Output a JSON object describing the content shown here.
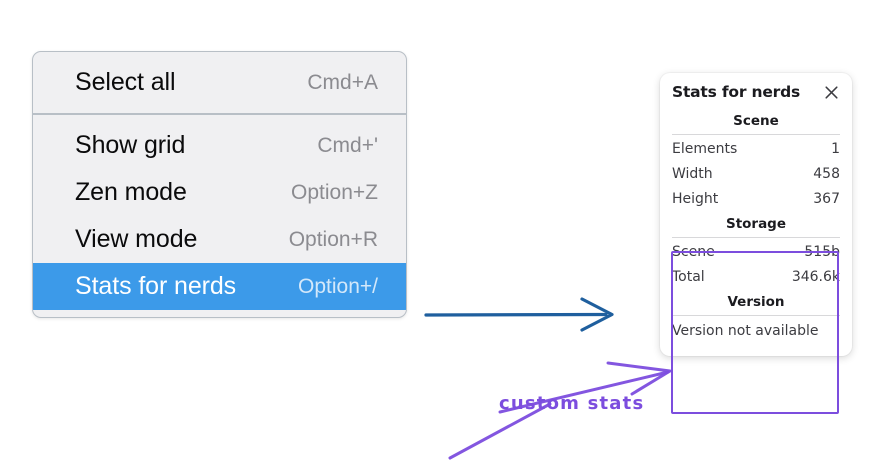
{
  "colors": {
    "menu_background": "#f0f0f2",
    "menu_border": "#b8bfc6",
    "menu_highlight": "#3c9ae9",
    "annotation_purple": "#7c4dde",
    "flow_arrow_blue": "#1f5f9e",
    "panel_background": "#ffffff",
    "page_background": "#ffffff"
  },
  "context_menu": {
    "groups": [
      {
        "items": [
          {
            "label": "Select all",
            "shortcut": "Cmd+A",
            "selected": false
          }
        ]
      },
      {
        "items": [
          {
            "label": "Show grid",
            "shortcut": "Cmd+'",
            "selected": false
          },
          {
            "label": "Zen mode",
            "shortcut": "Option+Z",
            "selected": false
          },
          {
            "label": "View mode",
            "shortcut": "Option+R",
            "selected": false
          },
          {
            "label": "Stats for nerds",
            "shortcut": "Option+/",
            "selected": true
          }
        ]
      }
    ]
  },
  "stats_panel": {
    "title": "Stats for nerds",
    "close_icon": "close-icon",
    "sections": [
      {
        "name": "Scene",
        "rows": [
          {
            "key": "Elements",
            "value": "1"
          },
          {
            "key": "Width",
            "value": "458"
          },
          {
            "key": "Height",
            "value": "367"
          }
        ]
      },
      {
        "name": "Storage",
        "rows": [
          {
            "key": "Scene",
            "value": "515b"
          },
          {
            "key": "Total",
            "value": "346.6k"
          }
        ]
      },
      {
        "name": "Version",
        "note": "Version not available",
        "rows": []
      }
    ]
  },
  "annotations": {
    "custom_stats_label": "custom stats",
    "flow_arrow": "arrow-right-icon"
  }
}
